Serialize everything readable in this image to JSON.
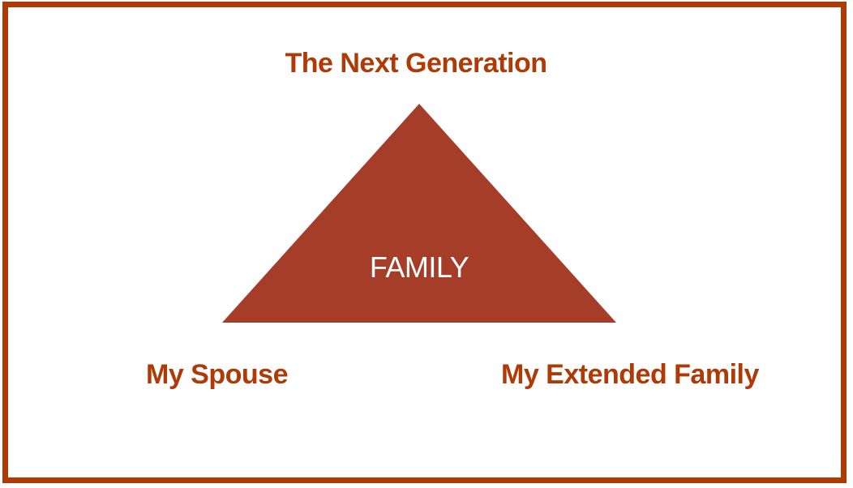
{
  "diagram": {
    "type": "triangle",
    "center_label": "FAMILY",
    "vertices": {
      "top": {
        "label": "The Next Generation"
      },
      "bottom_left": {
        "label": "My Spouse"
      },
      "bottom_right": {
        "label": "My Extended Family"
      }
    },
    "colors": {
      "label_text": "#b03a06",
      "triangle_fill": "#a63d28",
      "frame_border": "#b03a06",
      "center_text": "#ffffff",
      "background": "#ffffff"
    }
  }
}
